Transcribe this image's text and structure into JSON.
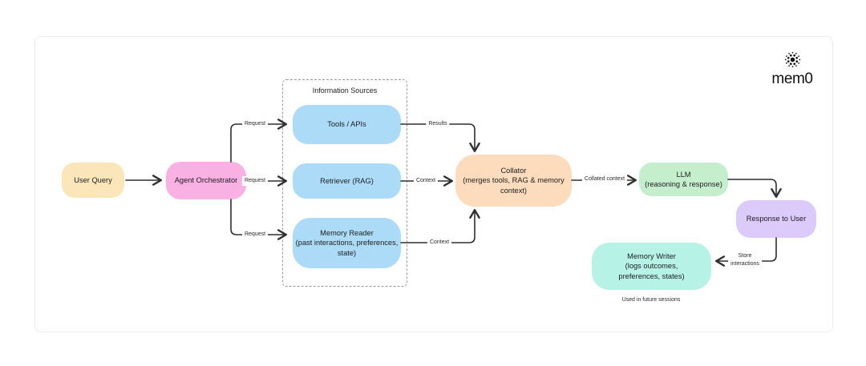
{
  "brand": {
    "name": "mem0",
    "icon": "dotted-sphere-icon"
  },
  "diagram": {
    "container": {
      "title": "Information Sources"
    },
    "nodes": {
      "user_query": {
        "label": "User Query",
        "fill": "#fbe6ba"
      },
      "agent_orchestrator": {
        "label": "Agent Orchestrator",
        "fill": "#f9b0e3"
      },
      "tools_apis": {
        "label": "Tools / APIs",
        "fill": "#abdbf7"
      },
      "retriever": {
        "label": "Retriever (RAG)",
        "fill": "#abdbf7"
      },
      "memory_reader": {
        "label": "Memory Reader\n(past interactions, preferences,\nstate)",
        "fill": "#abdbf7"
      },
      "collator": {
        "label": "Collator\n(merges tools, RAG & memory\ncontext)",
        "fill": "#fcdcbc"
      },
      "llm": {
        "label": "LLM\n(reasoning & response)",
        "fill": "#c5eecd"
      },
      "response_to_user": {
        "label": "Response to User",
        "fill": "#dccafa"
      },
      "memory_writer": {
        "label": "Memory Writer\n(logs outcomes,\npreferences, states)",
        "fill": "#b6f3e6"
      }
    },
    "edge_labels": {
      "request_tools": "Request",
      "request_retriever": "Request",
      "request_memory": "Request",
      "results": "Results",
      "context_rag": "Context",
      "context_memory": "Context",
      "collated_context": "Collated context",
      "store_interactions": "Store\ninteractions"
    },
    "caption": "Used in future sessions",
    "colors": {
      "arrow": "#2e2e2e",
      "frame_border": "#ececec",
      "dashed_border": "#9b9b9b",
      "text": "#1d1d1f"
    }
  }
}
